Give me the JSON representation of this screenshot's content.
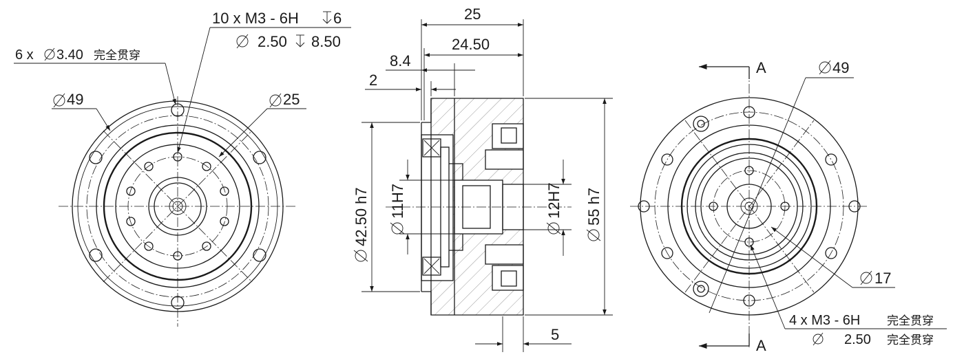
{
  "left_view": {
    "callout_thread_count": "10 x  M3 - 6H",
    "callout_thread_depth": "6",
    "callout_drill": "2.50",
    "callout_drill_depth": "8.50",
    "callout_through_holes": "6 x",
    "callout_through_dia": "3.40",
    "callout_through_note": "完全贯穿",
    "dia_outer": "49",
    "dia_inner": "25"
  },
  "section_view": {
    "dim_total_length": "25",
    "dim_length_2": "24.50",
    "dim_offset": "8.4",
    "dim_step": "2",
    "dim_bore_left": "11H7",
    "dim_bore_right": "12H7",
    "dim_pilot": "42.50 h7",
    "dim_outer": "55 h7",
    "dim_bottom": "5"
  },
  "right_view": {
    "section_mark_top": "A",
    "section_mark_bottom": "A",
    "dia_outer": "49",
    "dia_inner": "17",
    "callout_thread_count": "4 x  M3 - 6H",
    "callout_thread_note": "完全贯穿",
    "callout_drill": "2.50",
    "callout_drill_note": "完全贯穿"
  },
  "icons": {
    "diameter_symbol": "ø-icon",
    "depth_symbol": "depth-icon",
    "arrow": "arrow-icon"
  }
}
